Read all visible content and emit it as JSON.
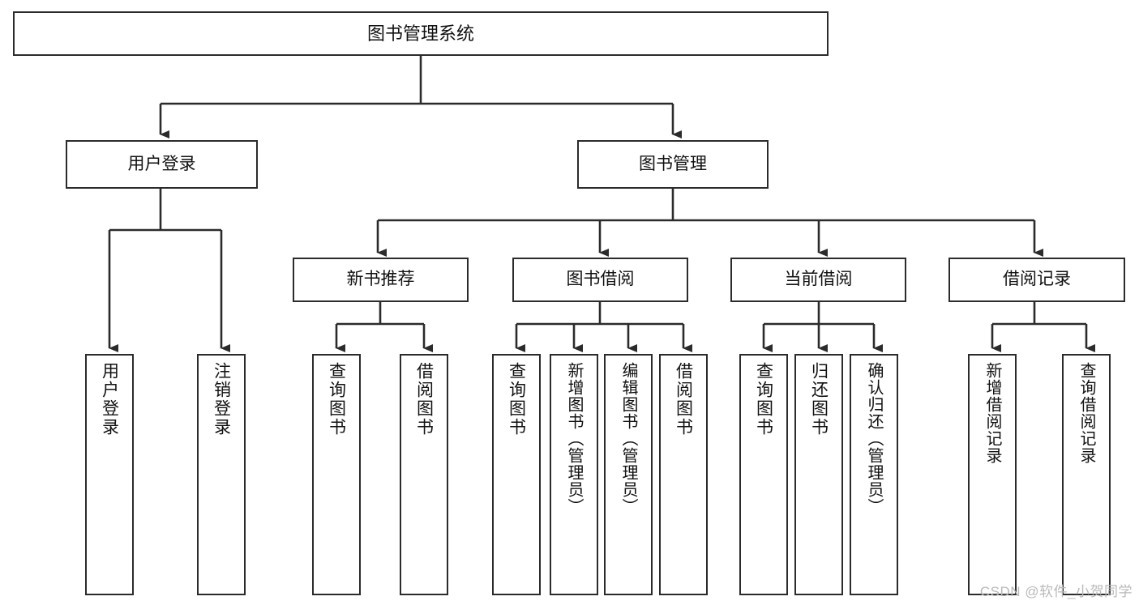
{
  "diagram": {
    "title": "图书管理系统",
    "type": "tree-hierarchy-chart",
    "colors": {
      "box_border": "#2b2b2b",
      "box_fill": "#ffffff",
      "edge": "#2b2b2b",
      "text": "#111111",
      "watermark": "#b9b9b9",
      "background": "#ffffff"
    },
    "levels": {
      "root": "图书管理系统",
      "level2": [
        "用户登录",
        "图书管理"
      ],
      "level3": [
        "新书推荐",
        "图书借阅",
        "当前借阅",
        "借阅记录"
      ]
    }
  },
  "nodes": {
    "root": {
      "label": "图书管理系统"
    },
    "user_login": {
      "label": "用户登录"
    },
    "book_manage": {
      "label": "图书管理"
    },
    "new_book_rec": {
      "label": "新书推荐"
    },
    "book_borrow": {
      "label": "图书借阅"
    },
    "current_borrow": {
      "label": "当前借阅"
    },
    "borrow_record": {
      "label": "借阅记录"
    },
    "leaf_user_login": {
      "label": "用户登录"
    },
    "leaf_logout": {
      "label": "注销登录"
    },
    "leaf_query_book_a": {
      "label": "查询图书"
    },
    "leaf_borrow_book_a": {
      "label": "借阅图书"
    },
    "leaf_query_book_b": {
      "label": "查询图书"
    },
    "leaf_add_book": {
      "label": "新增图书（管理员）"
    },
    "leaf_edit_book": {
      "label": "编辑图书（管理员）"
    },
    "leaf_borrow_book_b": {
      "label": "借阅图书"
    },
    "leaf_query_book_c": {
      "label": "查询图书"
    },
    "leaf_return_book": {
      "label": "归还图书"
    },
    "leaf_confirm_return": {
      "label": "确认归还（管理员）"
    },
    "leaf_add_record": {
      "label": "新增借阅记录"
    },
    "leaf_query_record": {
      "label": "查询借阅记录"
    }
  },
  "watermark": {
    "text": "CSDN @软件_小贺同学"
  }
}
